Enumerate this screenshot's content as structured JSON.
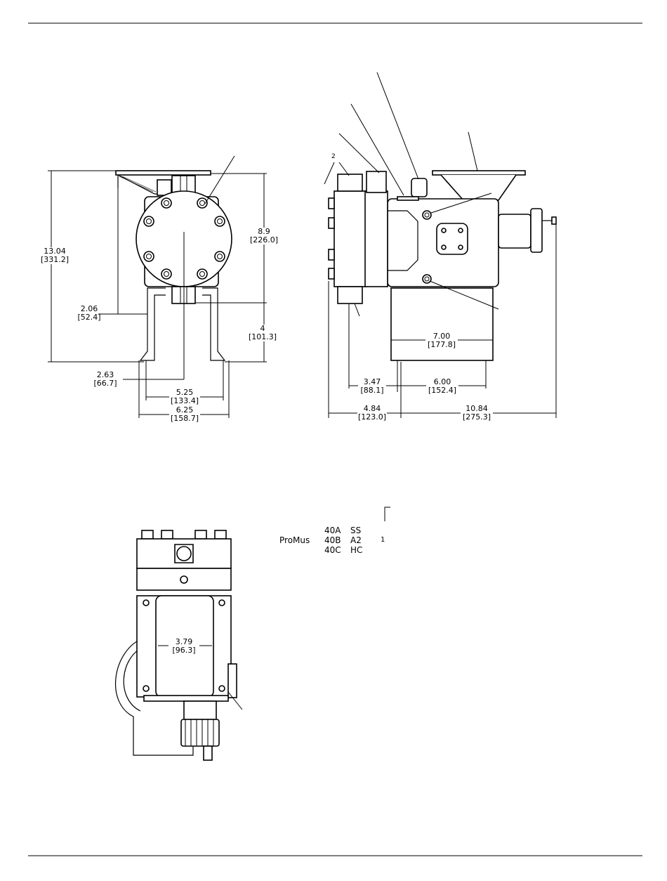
{
  "dims": {
    "d1304": [
      "13.04",
      "[331.2]"
    ],
    "d89": [
      "8.9",
      "[226.0]"
    ],
    "d206": [
      "2.06",
      "[52.4]"
    ],
    "d4": [
      "4",
      "[101.3]"
    ],
    "d263": [
      "2.63",
      "[66.7]"
    ],
    "d525": [
      "5.25",
      "[133.4]"
    ],
    "d625": [
      "6.25",
      "[158.7]"
    ],
    "d700": [
      "7.00",
      "[177.8]"
    ],
    "d347": [
      "3.47",
      "[88.1]"
    ],
    "d600": [
      "6.00",
      "[152.4]"
    ],
    "d484": [
      "4.84",
      "[123.0]"
    ],
    "d1084": [
      "10.84",
      "[275.3]"
    ],
    "d379": [
      "3.79",
      "[96.3]"
    ]
  },
  "callouts": {
    "qty_2": "2",
    "qty_1": "1"
  },
  "model_code": {
    "prefix": "ProMus",
    "sizes": [
      "40A",
      "40B",
      "40C"
    ],
    "materials": [
      "SS",
      "A2",
      "HC"
    ]
  }
}
